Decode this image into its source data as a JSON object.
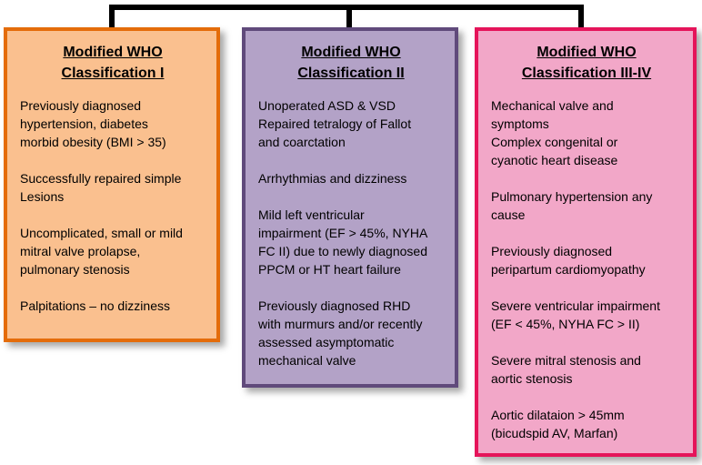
{
  "colors": {
    "class1_fill": "#fac08f",
    "class1_border": "#e46c0a",
    "class2_fill": "#b3a2c7",
    "class2_border": "#604a7b",
    "class3_fill": "#f2a7c8",
    "class3_border": "#e5145a",
    "connector": "#000000"
  },
  "boxes": [
    {
      "title_line1": "Modified WHO",
      "title_line2": "Classification I",
      "items": [
        [
          "Previously diagnosed",
          "hypertension, diabetes",
          "morbid obesity (BMI > 35)"
        ],
        [
          "Successfully repaired simple",
          "Lesions"
        ],
        [
          "Uncomplicated, small or mild",
          "mitral valve prolapse,",
          "pulmonary stenosis"
        ],
        [
          "Palpitations – no dizziness"
        ]
      ]
    },
    {
      "title_line1": "Modified WHO",
      "title_line2": "Classification II",
      "items": [
        [
          "Unoperated ASD & VSD",
          "Repaired tetralogy of Fallot",
          "and coarctation"
        ],
        [
          "Arrhythmias and dizziness"
        ],
        [
          "Mild left ventricular",
          "impairment (EF > 45%, NYHA",
          "FC II) due to newly diagnosed",
          "PPCM or HT heart failure"
        ],
        [
          "Previously diagnosed RHD",
          "with murmurs and/or recently",
          "assessed asymptomatic",
          "mechanical valve"
        ]
      ]
    },
    {
      "title_line1": "Modified WHO",
      "title_line2": "Classification III-IV",
      "items": [
        [
          "Mechanical valve and",
          "symptoms",
          "Complex congenital or",
          "cyanotic heart disease"
        ],
        [
          "Pulmonary hypertension any",
          "cause"
        ],
        [
          "Previously diagnosed",
          "peripartum cardiomyopathy"
        ],
        [
          "Severe ventricular impairment",
          "(EF < 45%, NYHA FC > II)"
        ],
        [
          "Severe mitral stenosis and",
          "aortic stenosis"
        ],
        [
          "Aortic dilataion > 45mm",
          "(bicudspid AV, Marfan)"
        ]
      ]
    }
  ]
}
